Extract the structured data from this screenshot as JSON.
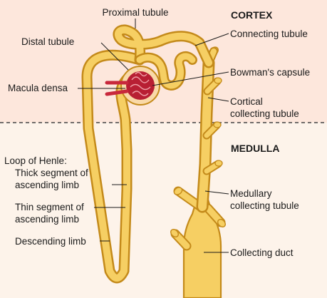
{
  "zones": {
    "cortex": "CORTEX",
    "medulla": "MEDULLA"
  },
  "labels": {
    "proximal_tubule": "Proximal tubule",
    "distal_tubule": "Distal tubule",
    "macula_densa": "Macula densa",
    "connecting_tubule": "Connecting tubule",
    "bowmans_capsule": "Bowman's capsule",
    "cortical_collecting_tubule": [
      "Cortical",
      "collecting tubule"
    ],
    "loop_of_henle": "Loop of Henle:",
    "thick_segment": [
      "Thick segment of",
      "ascending limb"
    ],
    "thin_segment": [
      "Thin segment of",
      "ascending limb"
    ],
    "descending_limb": "Descending limb",
    "medullary_collecting_tubule": [
      "Medullary",
      "collecting tubule"
    ],
    "collecting_duct": "Collecting duct"
  },
  "colors": {
    "cortex_background": "#fde7dc",
    "medulla_background": "#fdf3ea",
    "tubule_fill": "#f6cf63",
    "tubule_outline": "#c48a1a",
    "capillary": "#c8283c",
    "capsule": "#f9d9a8"
  }
}
